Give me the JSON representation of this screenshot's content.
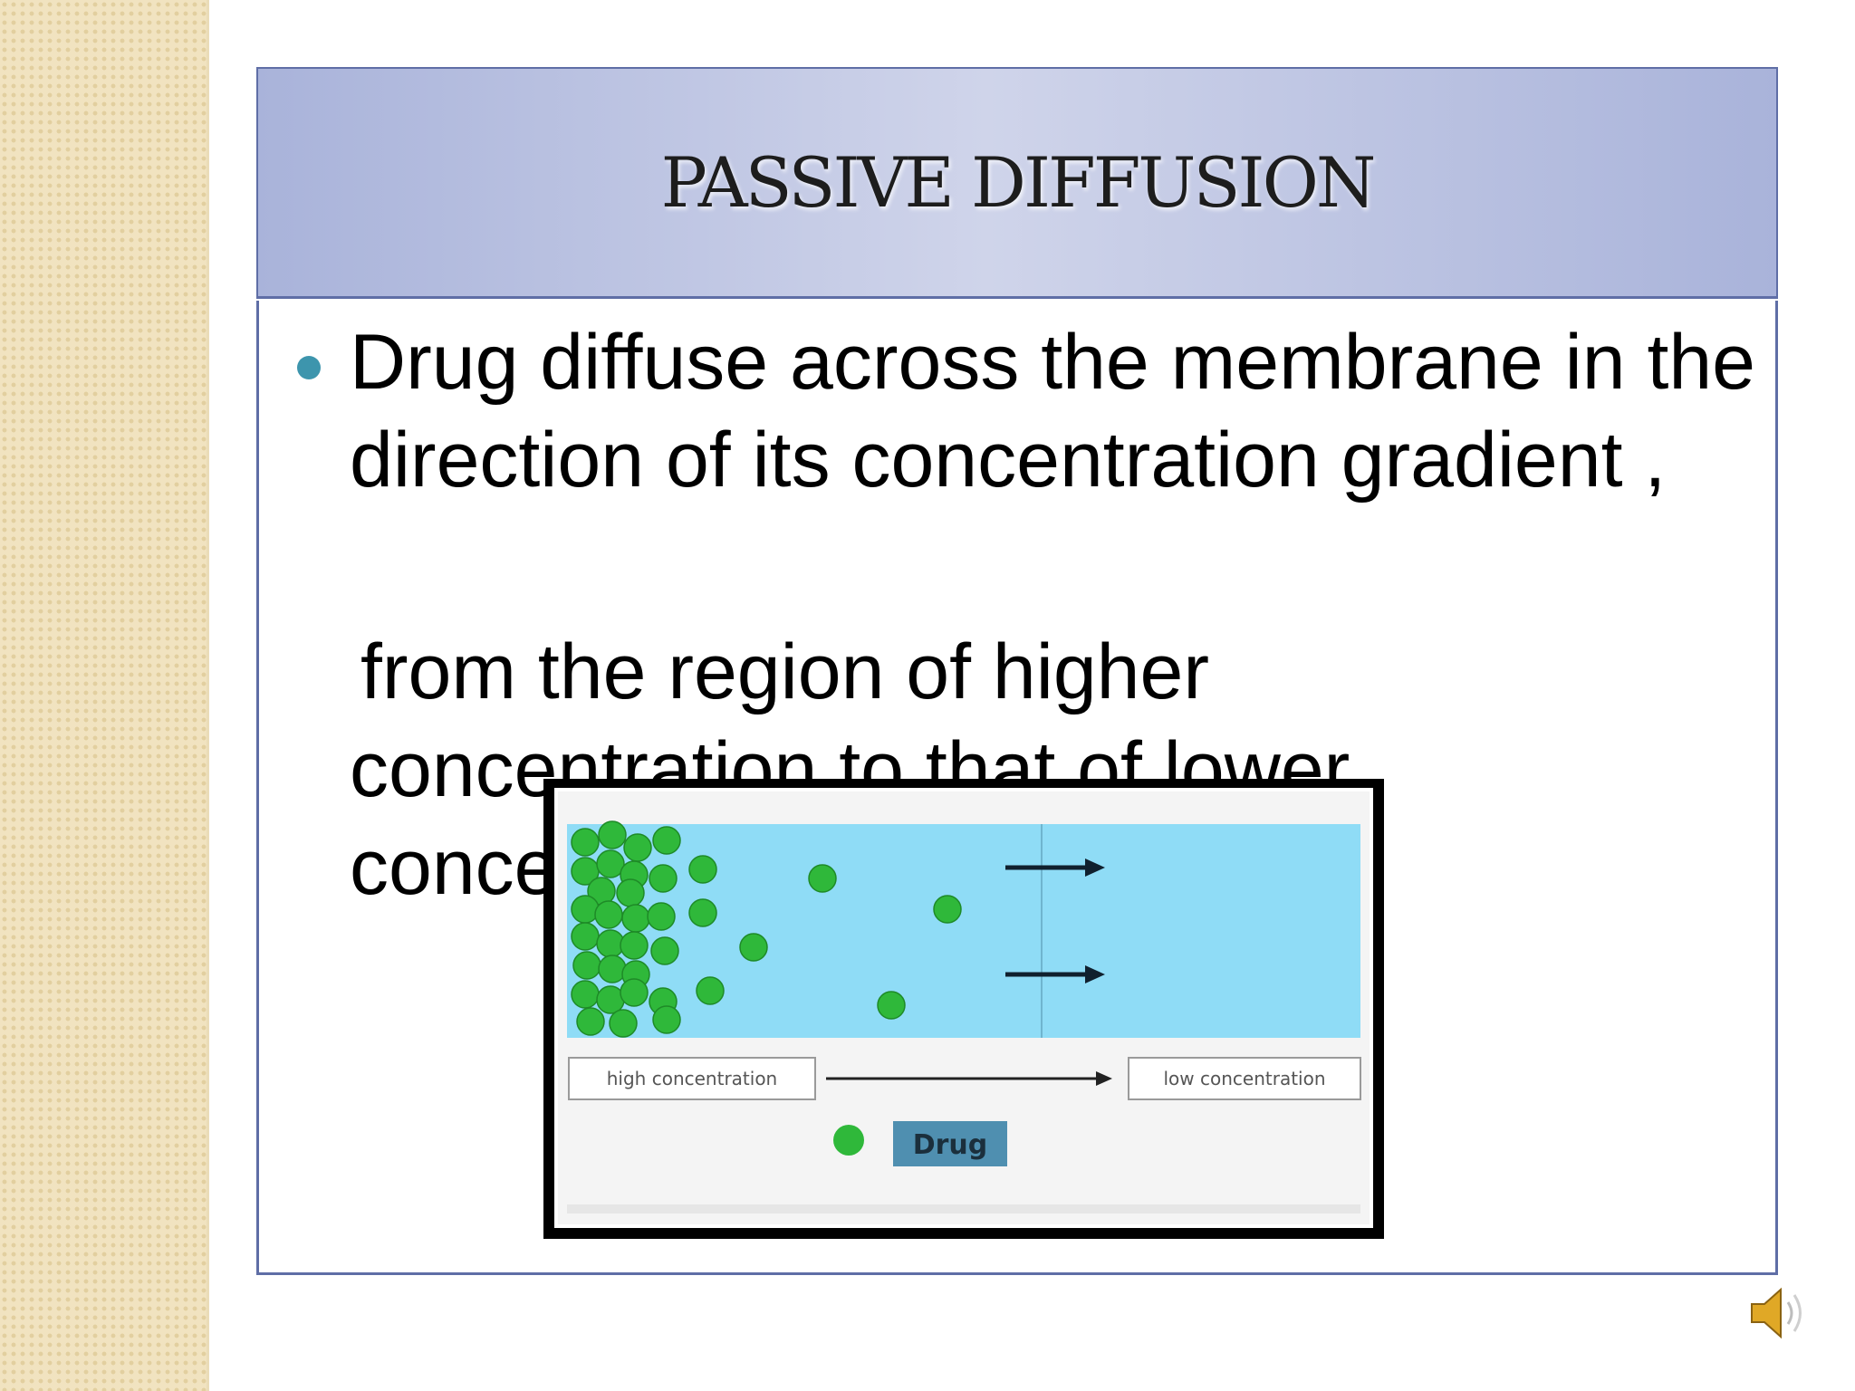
{
  "slide": {
    "title": "PASSIVE DIFFUSION",
    "paragraph_1": "Drug diffuse across the membrane in the direction of its concentration gradient ,",
    "paragraph_2": "from the region of higher concentration to that of lower concentration"
  },
  "figure": {
    "label_high": "high concentration",
    "label_low": "low concentration",
    "legend_label": "Drug"
  },
  "colors": {
    "title_band": "#c3c9e6",
    "border": "#5f6ea6",
    "bullet": "#3d95ad",
    "membrane_fluid": "#8fdcf6",
    "drug": "#2fb83a"
  },
  "icons": {
    "audio": "speaker-icon"
  }
}
